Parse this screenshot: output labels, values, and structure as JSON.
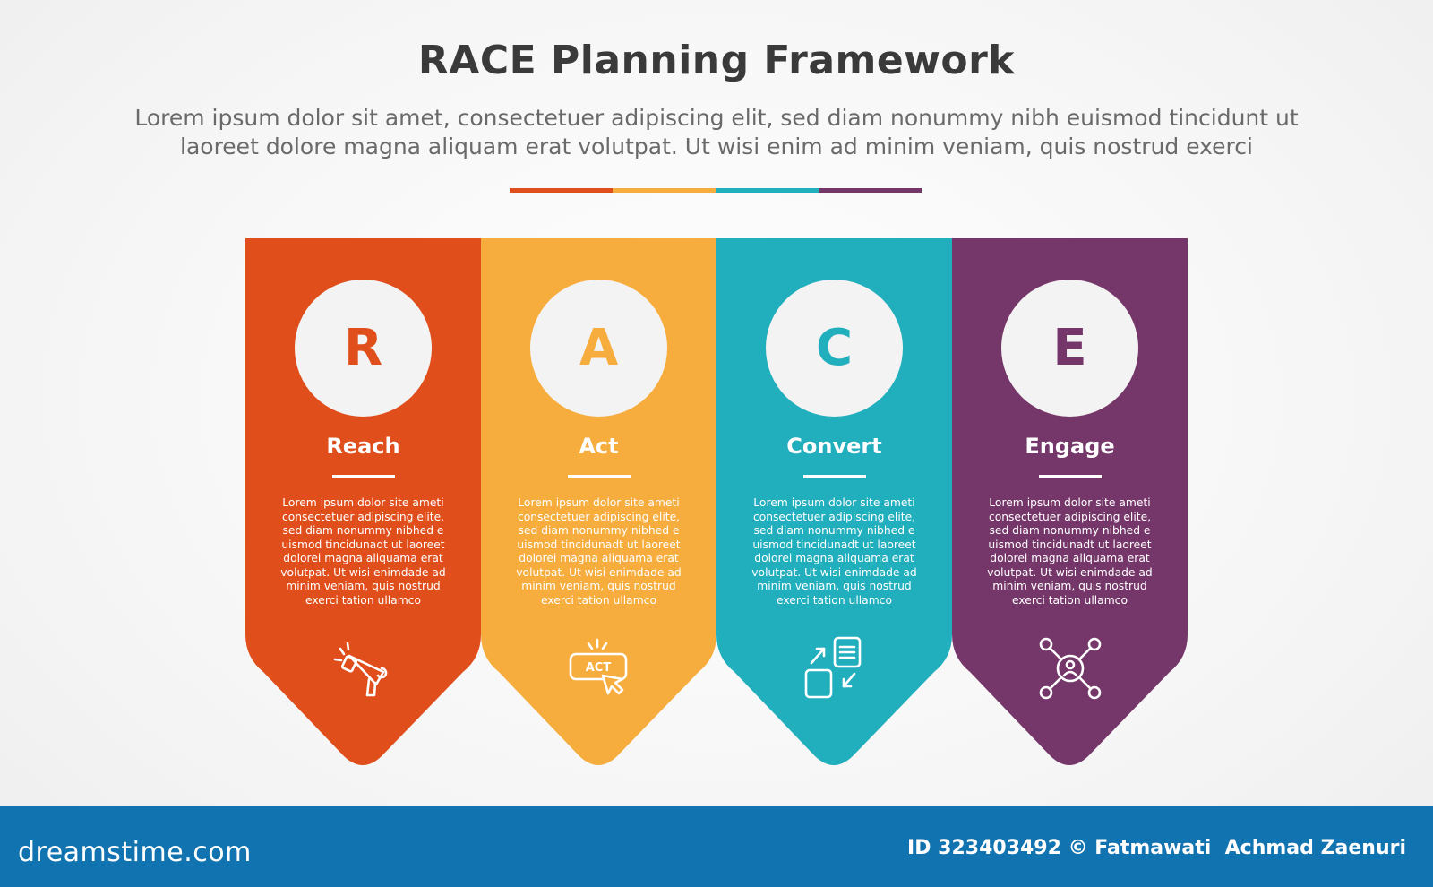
{
  "title": "RACE Planning Framework",
  "subtitle_lines": [
    "Lorem ipsum dolor sit amet, consectetuer adipiscing elit, sed diam nonummy nibh euismod tincidunt ut",
    "laoreet dolore magna aliquam erat volutpat. Ut wisi enim ad minim veniam, quis nostrud exerci"
  ],
  "colors": {
    "reach": "#e04e1b",
    "act": "#f6ad3d",
    "convert": "#21aebd",
    "engage": "#753769",
    "footer": "#1273b1"
  },
  "steps": [
    {
      "letter": "R",
      "title": "Reach",
      "icon": "megaphone-icon",
      "color": "#e04e1b",
      "lines": [
        "Lorem ipsum dolor site ameti",
        "consectetuer adipiscing elite,",
        "sed diam nonummy nibhed e",
        "uismod tincidunadt ut laoreet",
        "dolorei magna aliquama erat",
        "volutpat. Ut wisi enimdade ad",
        "minim veniam, quis nostrud",
        "exerci tation ullamco"
      ]
    },
    {
      "letter": "A",
      "title": "Act",
      "icon": "act-click-icon",
      "icon_text": "ACT",
      "color": "#f6ad3d",
      "lines": [
        "Lorem ipsum dolor site ameti",
        "consectetuer adipiscing elite,",
        "sed diam nonummy nibhed e",
        "uismod tincidunadt ut laoreet",
        "dolorei magna aliquama erat",
        "volutpat. Ut wisi enimdade ad",
        "minim veniam, quis nostrud",
        "exerci tation ullamco"
      ]
    },
    {
      "letter": "C",
      "title": "Convert",
      "icon": "convert-icon",
      "color": "#21aebd",
      "lines": [
        "Lorem ipsum dolor site ameti",
        "consectetuer adipiscing elite,",
        "sed diam nonummy nibhed e",
        "uismod tincidunadt ut laoreet",
        "dolorei magna aliquama erat",
        "volutpat. Ut wisi enimdade ad",
        "minim veniam, quis nostrud",
        "exerci tation ullamco"
      ]
    },
    {
      "letter": "E",
      "title": "Engage",
      "icon": "network-user-icon",
      "color": "#753769",
      "lines": [
        "Lorem ipsum dolor site ameti",
        "consectetuer adipiscing elite,",
        "sed diam nonummy nibhed e",
        "uismod tincidunadt ut laoreet",
        "dolorei magna aliquama erat",
        "volutpat. Ut wisi enimdade ad",
        "minim veniam, quis nostrud",
        "exerci tation ullamco"
      ]
    }
  ],
  "footer": {
    "brand": "dreamstime.com",
    "credit": "ID 323403492 © Fatmawati  Achmad Zaenuri"
  }
}
